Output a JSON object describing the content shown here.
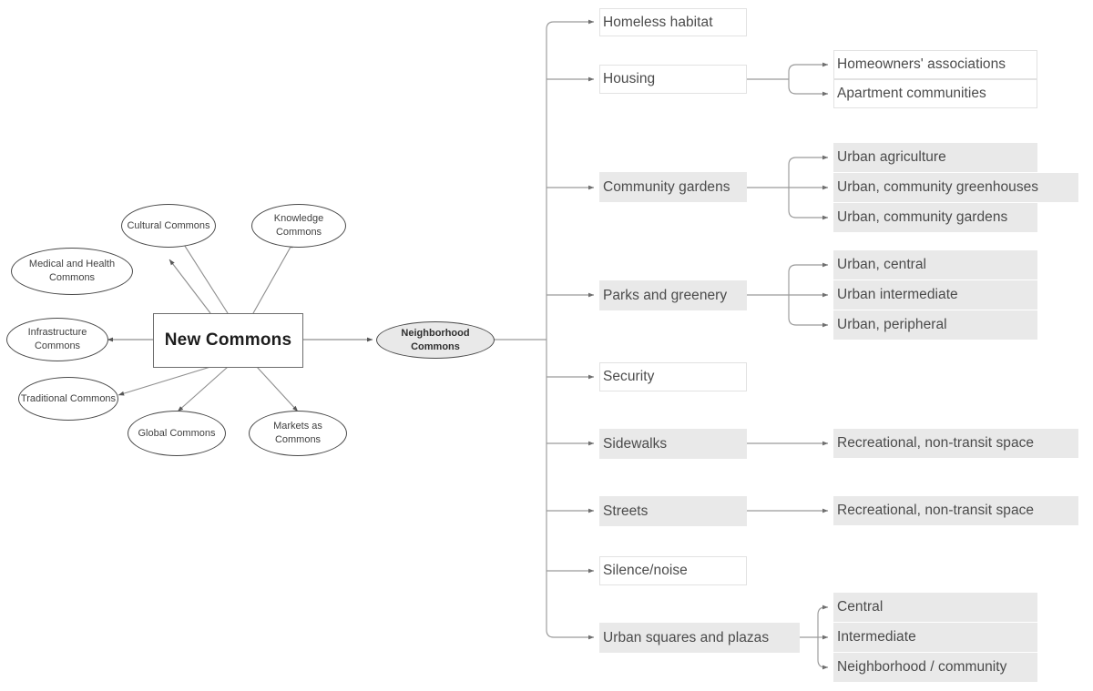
{
  "diagram": {
    "title_node": "New Commons",
    "hub_node": "Neighborhood Commons",
    "colors": {
      "shaded_fill": "#e9e9e9",
      "box_border": "#e2e2e2",
      "wire": "#8a8a8a",
      "text": "#4b4b4b",
      "center_border": "#6d6d6d"
    },
    "commons_types": [
      {
        "label": "Cultural Commons"
      },
      {
        "label": "Knowledge Commons"
      },
      {
        "label": "Medical and Health Commons"
      },
      {
        "label": "Infrastructure Commons"
      },
      {
        "label": "Traditional Commons"
      },
      {
        "label": "Global Commons"
      },
      {
        "label": "Markets as Commons"
      }
    ],
    "branches": [
      {
        "label": "Homeless habitat",
        "style": "boxed",
        "children": []
      },
      {
        "label": "Housing",
        "style": "boxed",
        "children": [
          {
            "label": "Homeowners' associations",
            "style": "boxed"
          },
          {
            "label": "Apartment communities",
            "style": "boxed"
          }
        ]
      },
      {
        "label": "Community gardens",
        "style": "shaded",
        "children": [
          {
            "label": "Urban agriculture",
            "style": "shaded"
          },
          {
            "label": "Urban, community greenhouses",
            "style": "shaded"
          },
          {
            "label": "Urban, community gardens",
            "style": "shaded"
          }
        ]
      },
      {
        "label": "Parks and greenery",
        "style": "shaded",
        "children": [
          {
            "label": "Urban, central",
            "style": "shaded"
          },
          {
            "label": "Urban intermediate",
            "style": "shaded"
          },
          {
            "label": "Urban, peripheral",
            "style": "shaded"
          }
        ]
      },
      {
        "label": "Security",
        "style": "boxed",
        "children": []
      },
      {
        "label": "Sidewalks",
        "style": "shaded",
        "children": [
          {
            "label": "Recreational, non-transit space",
            "style": "shaded"
          }
        ]
      },
      {
        "label": "Streets",
        "style": "shaded",
        "children": [
          {
            "label": "Recreational, non-transit space",
            "style": "shaded"
          }
        ]
      },
      {
        "label": "Silence/noise",
        "style": "boxed",
        "children": []
      },
      {
        "label": "Urban squares and plazas",
        "style": "shaded",
        "children": [
          {
            "label": "Central",
            "style": "shaded"
          },
          {
            "label": "Intermediate",
            "style": "shaded"
          },
          {
            "label": "Neighborhood / community",
            "style": "shaded"
          }
        ]
      }
    ]
  }
}
